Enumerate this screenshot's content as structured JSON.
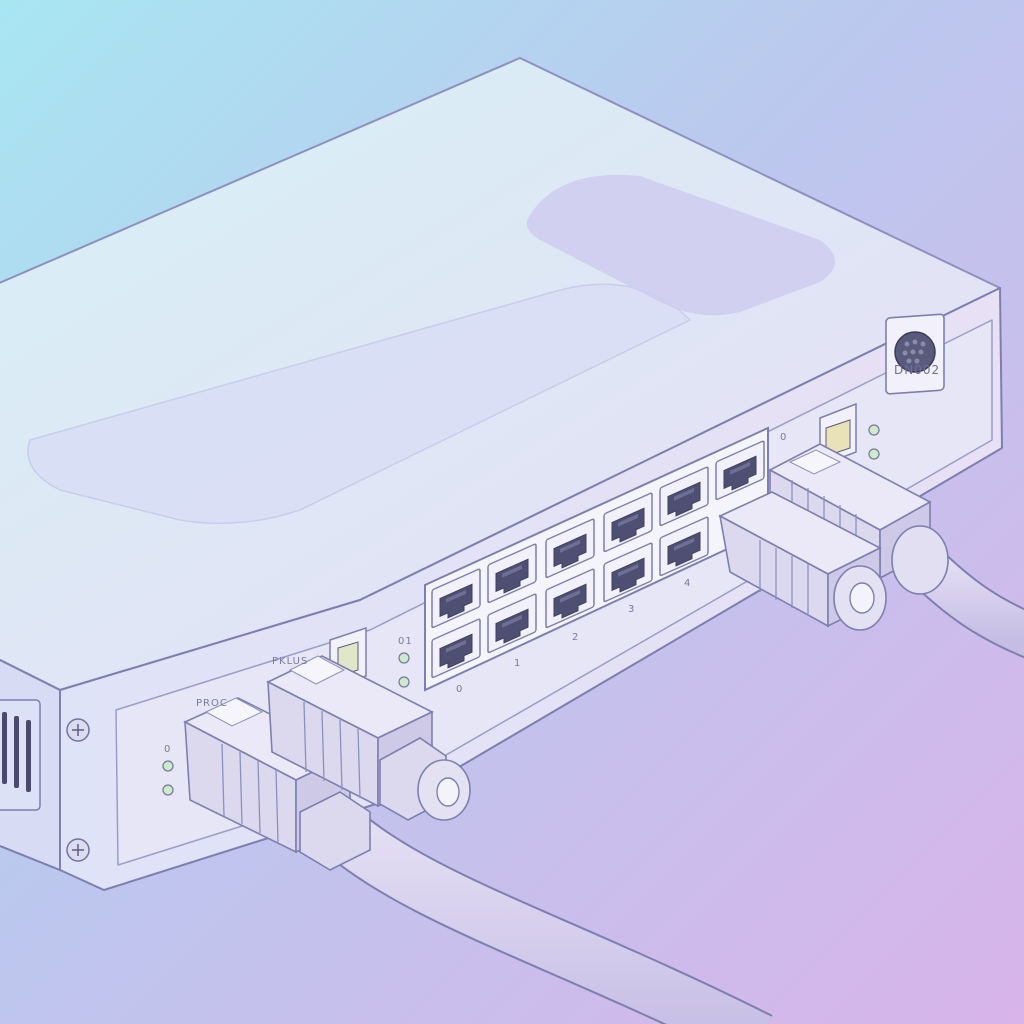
{
  "labels": {
    "front_port_left": "PROC",
    "front_port_right": "PKLUS",
    "rear_connector": "DN002",
    "port_numbers": [
      "0",
      "1",
      "2",
      "3",
      "4"
    ],
    "led_group_left": "0",
    "led_group_mid": "01",
    "led_group_right": "0"
  },
  "colors": {
    "bg_top_left": "#a8e6f2",
    "bg_bottom_right": "#d8b4ea",
    "device_body": "#e4e2f6",
    "outline": "#7c7fb0",
    "cable": "#d6d0ec",
    "led": "#cfe9cf"
  },
  "icons": [
    "ethernet-port-icon",
    "rj45-plug-icon",
    "serial-db9-icon",
    "screw-icon",
    "vent-slot-icon",
    "led-indicator-icon"
  ]
}
